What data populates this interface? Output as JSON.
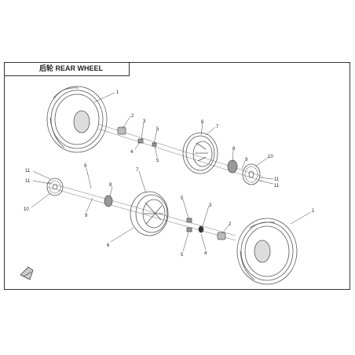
{
  "title": "后轮 REAR WHEEL",
  "colors": {
    "line": "#555555",
    "label": "#222222",
    "frame": "#333333"
  },
  "callouts": [
    {
      "id": "c1a",
      "text": "1"
    },
    {
      "id": "c2a",
      "text": "2"
    },
    {
      "id": "c3a",
      "text": "3"
    },
    {
      "id": "c4a",
      "text": "4"
    },
    {
      "id": "c5a",
      "text": "5"
    },
    {
      "id": "c5b",
      "text": "5"
    },
    {
      "id": "c6a",
      "text": "6"
    },
    {
      "id": "c7a",
      "text": "7"
    },
    {
      "id": "c8a",
      "text": "8"
    },
    {
      "id": "c9a",
      "text": "9"
    },
    {
      "id": "c10a",
      "text": "10"
    },
    {
      "id": "c11a",
      "text": "11"
    },
    {
      "id": "c11b",
      "text": "11"
    },
    {
      "id": "c11c",
      "text": "11"
    },
    {
      "id": "c11d",
      "text": "11"
    },
    {
      "id": "c10b",
      "text": "10"
    },
    {
      "id": "c9b",
      "text": "9"
    },
    {
      "id": "c9c",
      "text": "9"
    },
    {
      "id": "c7b",
      "text": "7"
    },
    {
      "id": "c8b",
      "text": "8"
    },
    {
      "id": "c6b",
      "text": "6"
    },
    {
      "id": "c5c",
      "text": "5"
    },
    {
      "id": "c5d",
      "text": "5"
    },
    {
      "id": "c3b",
      "text": "3"
    },
    {
      "id": "c4b",
      "text": "4"
    },
    {
      "id": "c2b",
      "text": "2"
    },
    {
      "id": "c1b",
      "text": "1"
    }
  ]
}
